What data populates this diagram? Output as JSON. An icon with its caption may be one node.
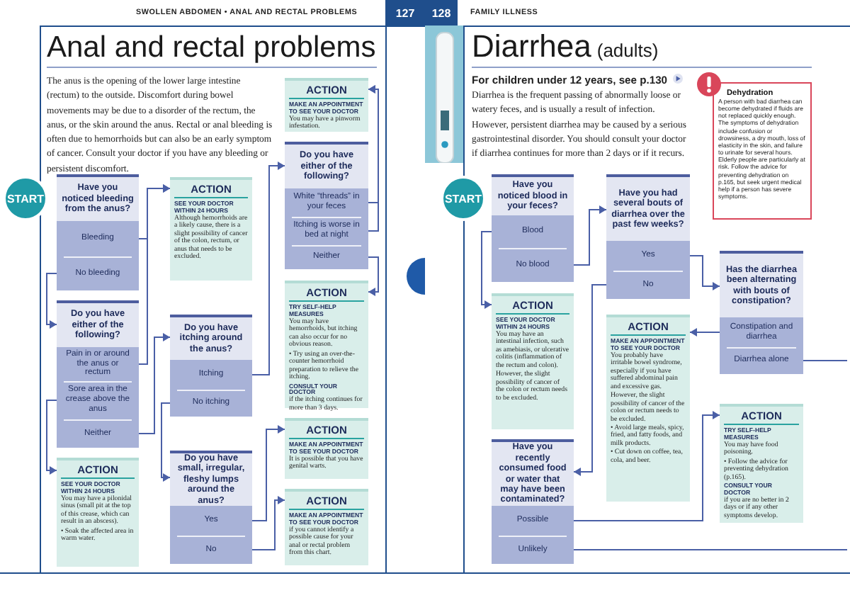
{
  "diagram": {
    "title": "Anal and rectal problems",
    "nodes": [
      {
        "text": [
          "START"
        ]
      },
      {
        "text": [
          "Have you noticed bleeding from the anus?"
        ]
      },
      {
        "text": [
          "Bleeding"
        ],
        "in": 1
      },
      {
        "text": [
          "No bleeding"
        ],
        "in": 1
      },
      {
        "text": [
          "Do you have either of the following?"
        ]
      },
      {
        "text": [
          "Pain in or around the anus or rectum"
        ],
        "in": 4
      },
      {
        "text": [
          "Sore area in the crease above the anus"
        ],
        "in": 4
      },
      {
        "text": [
          "Neither"
        ],
        "in": 4
      },
      {
        "text": [
          "ACTION",
          "**SEE YOUR DOCTOR WITHIN 24 HOURS** You may have a pilonidal sinus (small pit at the top of this crease, which can result in an abscess).",
          "• Soak the affected area in warm water."
        ]
      },
      {
        "text": [
          "ACTION",
          "**SEE YOUR DOCTOR WITHIN 24 HOURS** Although hemorrhoids are a likely cause, there is a slight possibility of cancer of the colon, rectum, or anus that needs to be excluded."
        ]
      },
      {
        "text": [
          "Do you have itching around the anus?"
        ]
      },
      {
        "text": [
          "Itching"
        ],
        "in": 10
      },
      {
        "text": [
          "No itching"
        ],
        "in": 10
      },
      {
        "text": [
          "Do you have small, irregular, fleshy lumps around the anus?"
        ]
      },
      {
        "text": [
          "Yes"
        ],
        "in": 13
      },
      {
        "text": [
          "No"
        ],
        "in": 13
      },
      {
        "text": [
          "ACTION",
          "**MAKE AN APPOINTMENT TO SEE YOUR DOCTOR** You may have a pinworm infestation."
        ]
      },
      {
        "text": [
          "Do you have either of the following?"
        ]
      },
      {
        "text": [
          "White “threads” in your feces"
        ],
        "in": 17
      },
      {
        "text": [
          "Itching is worse in bed at night"
        ],
        "in": 17
      },
      {
        "text": [
          "Neither"
        ],
        "in": 17
      },
      {
        "text": [
          "ACTION",
          "**TRY SELF-HELP MEASURES** You may have hemorrhoids, but itching can also occur for no obvious reason.",
          "• Try using an over-the-counter hemorrhoid preparation to relieve the itching.",
          "**CONSULT YOUR DOCTOR** if the itching continues for more than 3 days."
        ]
      },
      {
        "text": [
          "ACTION",
          "**MAKE AN APPOINTMENT TO SEE YOUR DOCTOR** It is possible that you have genital warts."
        ]
      },
      {
        "text": [
          "ACTION",
          "**MAKE AN APPOINTMENT TO SEE YOUR DOCTOR** if you cannot identify a possible cause for your anal or rectal problem from this chart."
        ]
      },
      {
        "text": [
          "START"
        ]
      },
      {
        "text": [
          "Have you noticed blood in your feces?"
        ]
      },
      {
        "text": [
          "Blood"
        ],
        "in": 25
      },
      {
        "text": [
          "No blood"
        ],
        "in": 25
      },
      {
        "text": [
          "ACTION",
          "**SEE YOUR DOCTOR WITHIN 24 HOURS** You may have an intestinal infection, such as amebiasis, or ulcerative colitis (inflammation of the rectum and colon).",
          "However, the slight possibility of cancer of the colon or rectum needs to be excluded."
        ]
      },
      {
        "text": [
          "Have you had several bouts of diarrhea over the past few weeks?"
        ]
      },
      {
        "text": [
          "Yes"
        ],
        "in": 29
      },
      {
        "text": [
          "No"
        ],
        "in": 29
      },
      {
        "text": [
          "ACTION",
          "**MAKE AN APPOINTMENT TO SEE YOUR DOCTOR** You probably have irritable bowel syndrome, especially if you have suffered abdominal pain and excessive gas.",
          "However, the slight possibility of cancer of the colon or rectum needs to be excluded.",
          "• Avoid large meals, spicy, fried, and fatty foods, and milk products.",
          "• Cut down on coffee, tea, cola, and beer."
        ]
      },
      {
        "text": [
          "Has the diarrhea been alternating with bouts of constipation?"
        ]
      },
      {
        "text": [
          "Constipation and diarrhea"
        ],
        "in": 33
      },
      {
        "text": [
          "Diarrhea alone"
        ],
        "in": 33
      },
      {
        "text": [
          "Have you recently consumed food or water that may have been contaminated?"
        ]
      },
      {
        "text": [
          "Possible"
        ],
        "in": 36
      },
      {
        "text": [
          "Unlikely"
        ],
        "in": 36
      },
      {
        "text": [
          "ACTION",
          "**TRY SELF-HELP MEASURES** You may have food poisoning.",
          "• Follow the advice for preventing dehydration (p.165).",
          "**CONSULT YOUR DOCTOR** if you are no better in 2 days or if any other symptoms develop."
        ]
      },
      {
        "text": [
          "Dehydration",
          "A person with bad diarrhea can become dehydrated if fluids are not replaced quickly enough. The symptoms of dehydration include confusion or drowsiness, a dry mouth, loss of elasticity in the skin, and failure to urinate for several hours. Elderly people are particularly at risk. Follow the advice for preventing dehydration on p.165, but seek urgent medical help if a person has severe symptoms."
        ]
      }
    ],
    "edges": [
      {
        "from": 2,
        "to": 9,
        "arrow": "to"
      },
      {
        "from": 3,
        "to": 4,
        "arrow": "to"
      },
      {
        "from": 5,
        "to": 9,
        "arrow": "to"
      },
      {
        "from": 6,
        "to": 8,
        "arrow": "to"
      },
      {
        "from": 7,
        "to": 10,
        "arrow": "to"
      },
      {
        "from": 11,
        "to": 17,
        "arrow": "to"
      },
      {
        "from": 12,
        "to": 13,
        "arrow": "to"
      },
      {
        "from": 14,
        "to": 22,
        "arrow": "to"
      },
      {
        "from": 15,
        "to": 23,
        "arrow": "to"
      },
      {
        "from": 18,
        "to": 16,
        "arrow": "to"
      },
      {
        "from": 19,
        "to": 16,
        "arrow": "to"
      },
      {
        "from": 20,
        "to": 21,
        "arrow": "to"
      },
      {
        "from": 26,
        "to": 28,
        "arrow": "to"
      },
      {
        "from": 27,
        "to": 29,
        "arrow": "to"
      },
      {
        "from": 30,
        "to": 33,
        "arrow": "to"
      },
      {
        "from": 31,
        "to": 36,
        "arrow": "to"
      },
      {
        "from": 34,
        "to": 32,
        "arrow": "to"
      },
      {
        "from": 35,
        "to": null,
        "arrow": "none"
      },
      {
        "from": 37,
        "to": 39,
        "arrow": "to"
      },
      {
        "from": 38,
        "to": null,
        "arrow": "none"
      }
    ],
    "labels": [
      "SWOLLEN ABDOMEN • ANAL AND RECTAL PROBLEMS",
      "127",
      "The anus is the opening of the lower large intestine (rectum) to the outside. Discomfort during bowel movements may be due to a disorder of the rectum, the anus, or the skin around the anus. Rectal or anal bleeding is often due to hemorrhoids but can also be an early symptom of cancer. Consult your doctor if you have any bleeding or persistent discomfort.",
      "128",
      "FAMILY ILLNESS",
      "Diarrhea",
      "(adults)",
      "For children under 12 years, see p.130",
      "Diarrhea is the frequent passing of abnormally loose or watery feces, and is usually a result of infection. However, persistent diarrhea may be caused by a serious gastrointestinal disorder. You should consult your doctor if diarrhea continues for more than 2 days or if it recurs."
    ]
  }
}
